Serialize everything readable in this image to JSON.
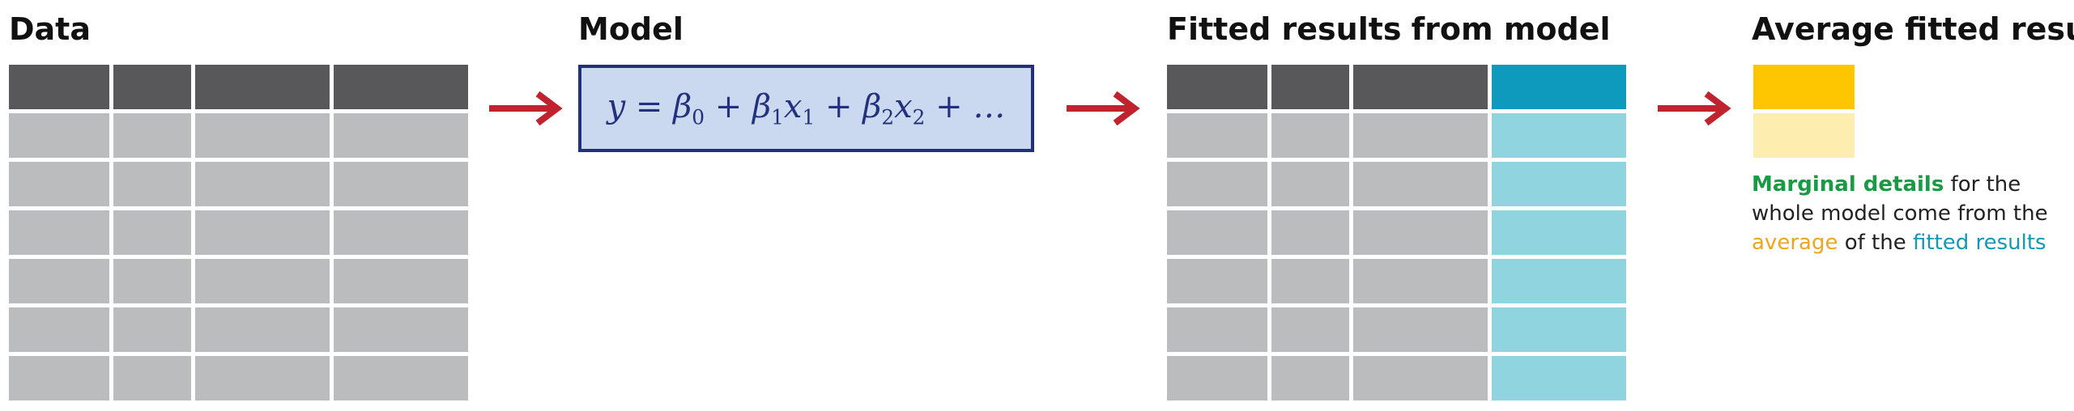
{
  "panels": {
    "data": {
      "title": "Data"
    },
    "model": {
      "title": "Model",
      "equation": "y = β0 + β1x1 + β2x2 + …"
    },
    "fitted": {
      "title_bold": "Fitted results",
      "title_rest": "from model"
    },
    "average": {
      "title": "Average fitted results"
    }
  },
  "note": {
    "part1": "Marginal details",
    "part2": " for the whole model come from the ",
    "part3": "average",
    "part4": " of the ",
    "part5": "fitted results"
  },
  "colors": {
    "header_gray": "#58585a",
    "cell_gray": "#bbbcbd",
    "fitted_header": "#0e9abd",
    "fitted_cell": "#8fd4df",
    "average_header": "#fec600",
    "average_cell": "#fdeeb0",
    "model_border": "#23317c",
    "model_fill": "#cad9f0",
    "arrow": "#c0232d",
    "green_text": "#1a9a45",
    "orange_text": "#f0a51e",
    "teal_text": "#1598b6"
  }
}
